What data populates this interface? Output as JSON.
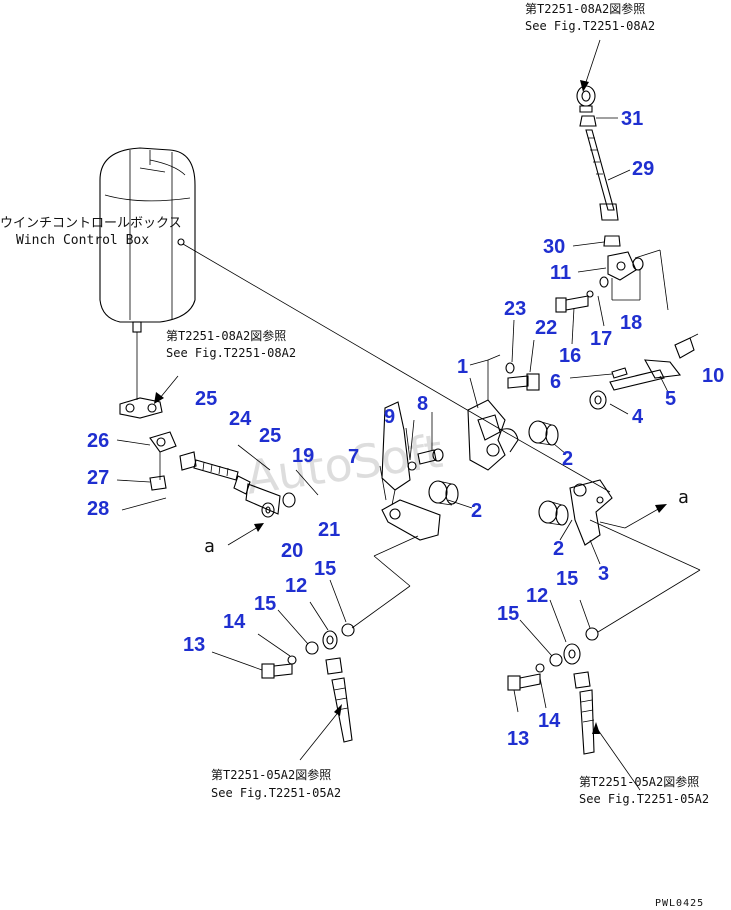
{
  "refs": {
    "top_ja": "第T2251-08A2図参照",
    "top_en": "See Fig.T2251-08A2",
    "left_ja": "第T2251-08A2図参照",
    "left_en": "See Fig.T2251-08A2",
    "bottom_left_ja": "第T2251-05A2図参照",
    "bottom_left_en": "See Fig.T2251-05A2",
    "bottom_right_ja": "第T2251-05A2図参照",
    "bottom_right_en": "See Fig.T2251-05A2"
  },
  "box_label": {
    "ja": "ウインチコントロールボックス",
    "en": "Winch Control Box"
  },
  "markers": {
    "a_left": "a",
    "a_right": "a"
  },
  "watermark": "AutoSoft",
  "drawing_code": "PWL0425",
  "part_numbers": {
    "p1": "1",
    "p2a": "2",
    "p2b": "2",
    "p2c": "2",
    "p3": "3",
    "p4": "4",
    "p5": "5",
    "p6": "6",
    "p7": "7",
    "p8": "8",
    "p9": "9",
    "p10": "10",
    "p11": "11",
    "p12a": "12",
    "p12b": "12",
    "p13a": "13",
    "p13b": "13",
    "p14a": "14",
    "p14b": "14",
    "p15a": "15",
    "p15b": "15",
    "p15c": "15",
    "p15d": "15",
    "p16": "16",
    "p17": "17",
    "p18": "18",
    "p19": "19",
    "p20": "20",
    "p21": "21",
    "p22": "22",
    "p23": "23",
    "p24": "24",
    "p25a": "25",
    "p25b": "25",
    "p26": "26",
    "p27": "27",
    "p28": "28",
    "p29": "29",
    "p30": "30",
    "p31": "31"
  },
  "colors": {
    "callout": "#1f2fd0",
    "line": "#000000"
  }
}
